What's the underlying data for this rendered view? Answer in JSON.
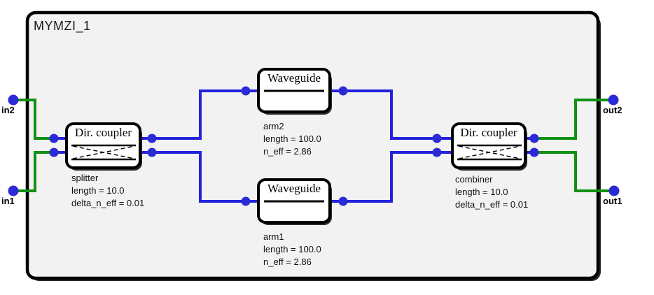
{
  "title": "MYMZI_1",
  "colors": {
    "wire_green": "#129012",
    "wire_blue": "#2222dd",
    "port_blue": "#2b2bd5",
    "canvas_fill": "#f2f2f2",
    "component_fill": "#ffffff",
    "outline": "#000000"
  },
  "ports": {
    "in2": {
      "label": "in2"
    },
    "in1": {
      "label": "in1"
    },
    "out2": {
      "label": "out2"
    },
    "out1": {
      "label": "out1"
    }
  },
  "components": {
    "splitter": {
      "type_label": "Dir. coupler",
      "name": "splitter",
      "params": [
        "length = 10.0",
        "delta_n_eff = 0.01"
      ]
    },
    "arm2": {
      "type_label": "Waveguide",
      "name": "arm2",
      "params": [
        "length = 100.0",
        "n_eff = 2.86"
      ]
    },
    "arm1": {
      "type_label": "Waveguide",
      "name": "arm1",
      "params": [
        "length = 100.0",
        "n_eff = 2.86"
      ]
    },
    "combiner": {
      "type_label": "Dir. coupler",
      "name": "combiner",
      "params": [
        "length = 10.0",
        "delta_n_eff = 0.01"
      ]
    }
  }
}
